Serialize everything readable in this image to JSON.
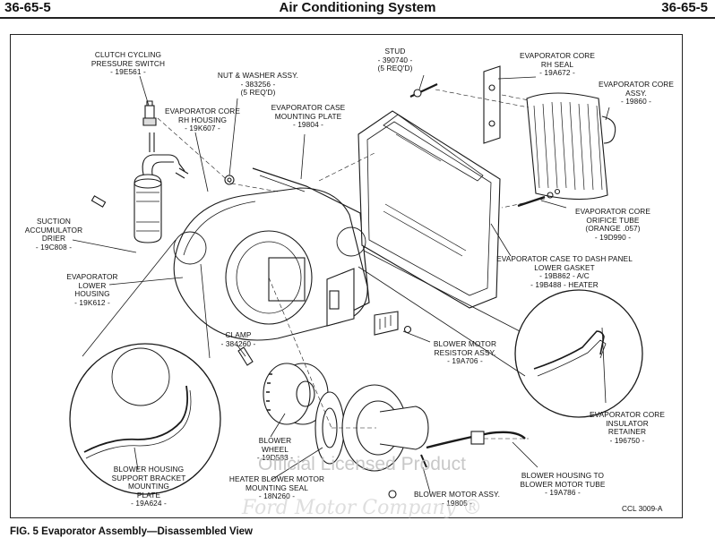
{
  "header": {
    "left": "36-65-5",
    "title": "Air Conditioning System",
    "right": "36-65-5"
  },
  "labels": {
    "clutch_switch": "CLUTCH CYCLING\nPRESSURE SWITCH\n- 19E561 -",
    "nut_washer": "NUT & WASHER ASSY.\n- 383256 -\n(5 REQ'D)",
    "rh_housing": "EVAPORATOR CORE\nRH HOUSING\n- 19K607 -",
    "mounting_plate": "EVAPORATOR CASE\nMOUNTING PLATE\n- 19804 -",
    "stud": "STUD\n- 390740 -\n(5 REQ'D)",
    "rh_seal": "EVAPORATOR CORE\nRH SEAL\n- 19A672 -",
    "core_assy": "EVAPORATOR CORE\nASSY.\n- 19860 -",
    "accumulator": "SUCTION\nACCUMULATOR\nDRIER\n- 19C808 -",
    "orifice_tube": "EVAPORATOR CORE\nORIFICE TUBE\n(ORANGE .057)\n- 19D990 -",
    "dash_gasket": "EVAPORATOR CASE TO DASH PANEL\nLOWER GASKET\n- 19B862 - A/C\n- 19B488 - HEATER",
    "lower_housing": "EVAPORATOR\nLOWER\nHOUSING\n- 19K612 -",
    "clamp": "CLAMP\n- 384260 -",
    "resistor": "BLOWER MOTOR\nRESISTOR ASSY.\n- 19A706 -",
    "insulator": "EVAPORATOR CORE\nINSULATOR\nRETAINER\n- 196750 -",
    "blower_wheel": "BLOWER\nWHEEL\n- 19D583 -",
    "support_bracket": "BLOWER HOUSING\nSUPPORT BRACKET\nMOUNTING\nPLATE\n- 19A624 -",
    "heater_seal": "HEATER BLOWER MOTOR\nMOUNTING SEAL\n- 18N260 -",
    "blower_motor": "BLOWER MOTOR ASSY.\n- 19805 -",
    "motor_tube": "BLOWER HOUSING TO\nBLOWER MOTOR TUBE\n- 19A786 -"
  },
  "ccl": "CCL 3009-A",
  "caption": "FIG. 5 Evaporator Assembly—Disassembled View",
  "watermark": {
    "main": "Official Licensed Product",
    "brand": "Ford Motor Company",
    "mark": "®"
  }
}
